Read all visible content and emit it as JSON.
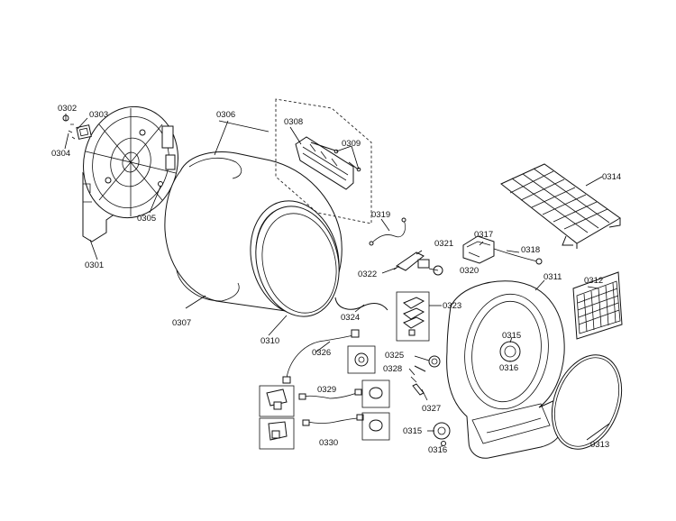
{
  "diagram": {
    "type": "exploded-parts-diagram",
    "colors": {
      "line": "#111111",
      "background": "#ffffff"
    },
    "labels": [
      {
        "id": "p0301",
        "text": "0301"
      },
      {
        "id": "p0302",
        "text": "0302"
      },
      {
        "id": "p0303",
        "text": "0303"
      },
      {
        "id": "p0304",
        "text": "0304"
      },
      {
        "id": "p0305",
        "text": "0305"
      },
      {
        "id": "p0306",
        "text": "0306"
      },
      {
        "id": "p0307",
        "text": "0307"
      },
      {
        "id": "p0308",
        "text": "0308"
      },
      {
        "id": "p0309",
        "text": "0309"
      },
      {
        "id": "p0310",
        "text": "0310"
      },
      {
        "id": "p0311",
        "text": "0311"
      },
      {
        "id": "p0312",
        "text": "0312"
      },
      {
        "id": "p0313",
        "text": "0313"
      },
      {
        "id": "p0314",
        "text": "0314"
      },
      {
        "id": "p0315a",
        "text": "0315"
      },
      {
        "id": "p0315b",
        "text": "0315"
      },
      {
        "id": "p0316a",
        "text": "0316"
      },
      {
        "id": "p0316b",
        "text": "0316"
      },
      {
        "id": "p0317",
        "text": "0317"
      },
      {
        "id": "p0318",
        "text": "0318"
      },
      {
        "id": "p0319",
        "text": "0319"
      },
      {
        "id": "p0320",
        "text": "0320"
      },
      {
        "id": "p0321",
        "text": "0321"
      },
      {
        "id": "p0322",
        "text": "0322"
      },
      {
        "id": "p0323",
        "text": "0323"
      },
      {
        "id": "p0324",
        "text": "0324"
      },
      {
        "id": "p0325",
        "text": "0325"
      },
      {
        "id": "p0326",
        "text": "0326"
      },
      {
        "id": "p0327",
        "text": "0327"
      },
      {
        "id": "p0328",
        "text": "0328"
      },
      {
        "id": "p0329",
        "text": "0329"
      },
      {
        "id": "p0330",
        "text": "0330"
      }
    ]
  }
}
